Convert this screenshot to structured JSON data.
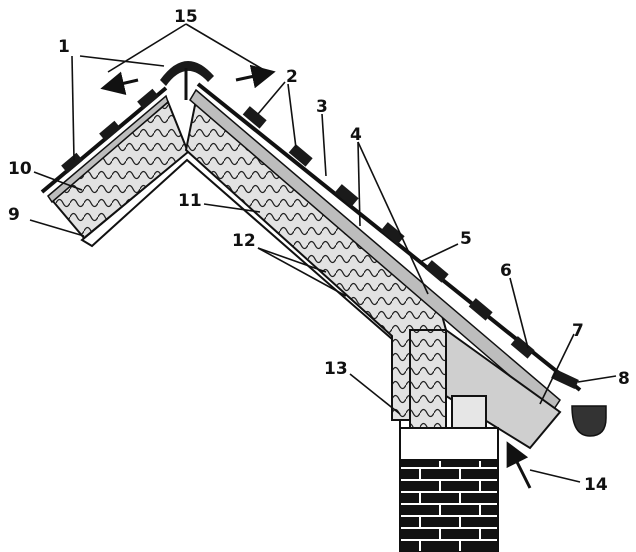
{
  "diagram": {
    "callouts": [
      {
        "id": "1",
        "label": "1"
      },
      {
        "id": "2",
        "label": "2"
      },
      {
        "id": "3",
        "label": "3"
      },
      {
        "id": "4",
        "label": "4"
      },
      {
        "id": "5",
        "label": "5"
      },
      {
        "id": "6",
        "label": "6"
      },
      {
        "id": "7",
        "label": "7"
      },
      {
        "id": "8",
        "label": "8"
      },
      {
        "id": "9",
        "label": "9"
      },
      {
        "id": "10",
        "label": "10"
      },
      {
        "id": "11",
        "label": "11"
      },
      {
        "id": "12",
        "label": "12"
      },
      {
        "id": "13",
        "label": "13"
      },
      {
        "id": "14",
        "label": "14"
      },
      {
        "id": "15",
        "label": "15"
      }
    ],
    "colors": {
      "ink": "#111111",
      "insulation": "#d9d9d9",
      "board": "#bdbdbd",
      "tile": "#1a1a1a",
      "brick": "#121212",
      "mortar": "#ffffff"
    }
  }
}
